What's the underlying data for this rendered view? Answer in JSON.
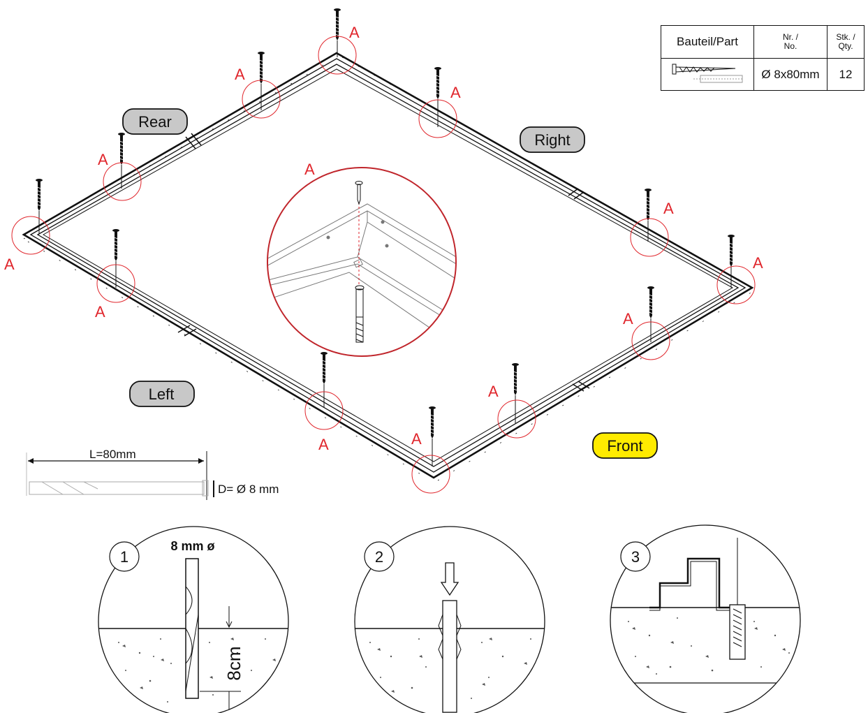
{
  "side_labels": {
    "rear": "Rear",
    "right": "Right",
    "left": "Left",
    "front": "Front"
  },
  "mounting_point_label": "A",
  "parts_table": {
    "col_part": "Bauteil/Part",
    "col_no_line1": "Nr. /",
    "col_no_line2": "No.",
    "col_qty_line1": "Stk. /",
    "col_qty_line2": "Qty.",
    "part_no": "Ø 8x80mm",
    "qty": "12"
  },
  "anchor_dims": {
    "length": "L=80mm",
    "diameter": "D= Ø 8 mm"
  },
  "steps": {
    "step1_number": "1",
    "step1_drill": "8 mm ø",
    "step1_depth": "8cm",
    "step2_number": "2",
    "step3_number": "3"
  },
  "colors": {
    "accent_red": "#e0262c",
    "label_gray": "#c8c8c8",
    "front_yellow": "#ffeb00"
  }
}
